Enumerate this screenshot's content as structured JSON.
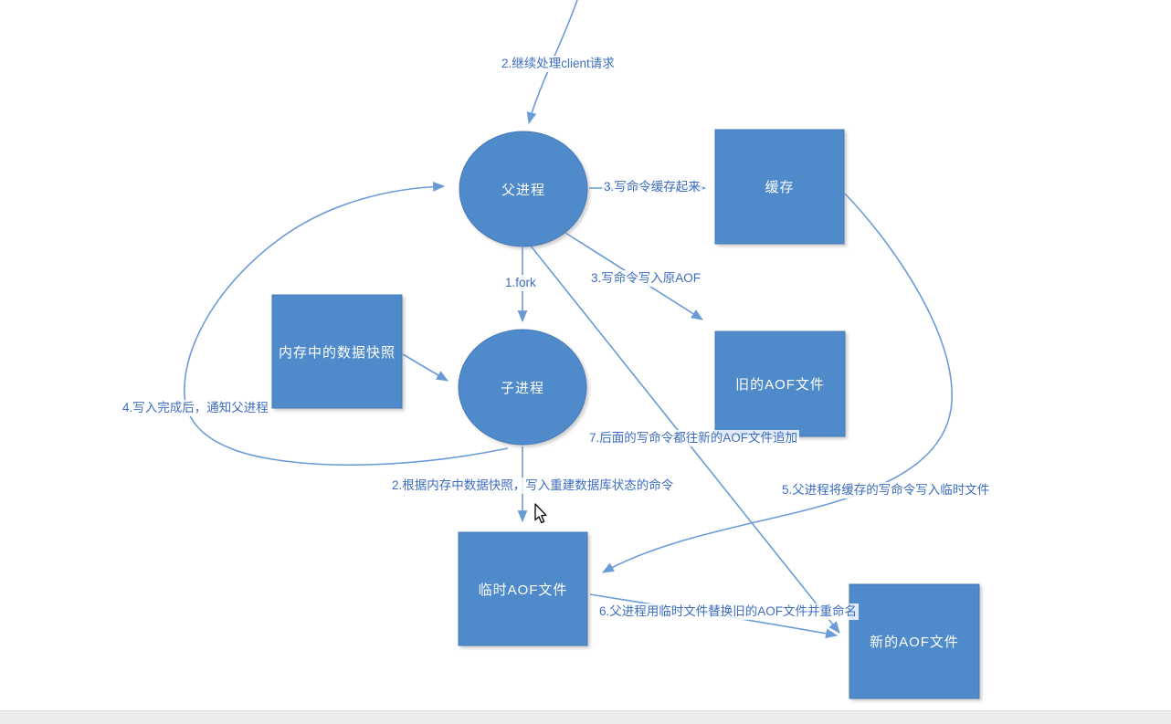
{
  "nodes": {
    "parent_process": "父进程",
    "cache": "缓存",
    "memory_snapshot": "内存中的数据快照",
    "child_process": "子进程",
    "old_aof": "旧的AOF文件",
    "temp_aof": "临时AOF文件",
    "new_aof": "新的AOF文件"
  },
  "edge_labels": {
    "client_request": "2.继续处理client请求",
    "cache_commands": "3.写命令缓存起来",
    "fork": "1.fork",
    "write_old_aof": "3.写命令写入原AOF",
    "notify_parent": "4.写入完成后，通知父进程",
    "rebuild_commands": "2.根据内存中数据快照，写入重建数据库状态的命令",
    "append_new_aof": "7.后面的写命令都往新的AOF文件追加",
    "write_temp_file": "5.父进程将缓存的写命令写入临时文件",
    "replace_rename": "6.父进程用临时文件替换旧的AOF文件并重命名"
  },
  "colors": {
    "node_fill": "#4F8BCB",
    "node_border": "#4478B6",
    "connector": "#6B9BD7",
    "label_text": "#3D6CC0",
    "node_text": "#FFFFFF",
    "taskbar": "#ECECEC"
  }
}
